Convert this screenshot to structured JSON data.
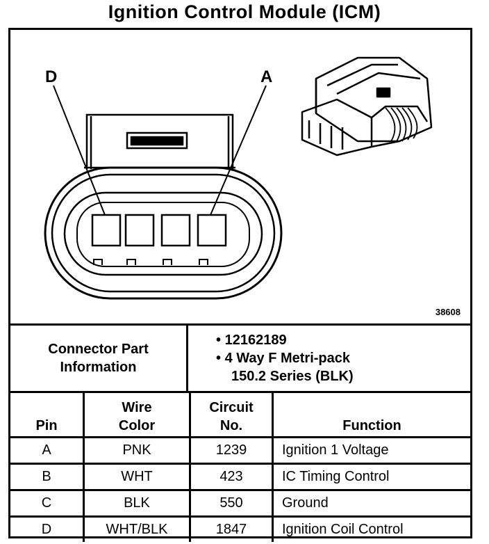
{
  "title": "Ignition Control Module (ICM)",
  "diagram": {
    "pin_label_left": "D",
    "pin_label_right": "A",
    "figure_number": "38608"
  },
  "connector_info": {
    "label_line1": "Connector Part",
    "label_line2": "Information",
    "bullets": [
      {
        "marker": "•",
        "text": "12162189"
      },
      {
        "marker": "•",
        "text": "4 Way F Metri-pack",
        "continuation": "150.2 Series (BLK)"
      }
    ]
  },
  "table": {
    "headers": {
      "pin": "Pin",
      "wire_line1": "Wire",
      "wire_line2": "Color",
      "circuit_line1": "Circuit",
      "circuit_line2": "No.",
      "function": "Function"
    },
    "rows": [
      {
        "pin": "A",
        "wire": "PNK",
        "circuit": "1239",
        "function": "Ignition 1 Voltage"
      },
      {
        "pin": "B",
        "wire": "WHT",
        "circuit": "423",
        "function": "IC Timing Control"
      },
      {
        "pin": "C",
        "wire": "BLK",
        "circuit": "550",
        "function": "Ground"
      },
      {
        "pin": "D",
        "wire": "WHT/BLK",
        "circuit": "1847",
        "function": "Ignition Coil Control"
      }
    ]
  }
}
